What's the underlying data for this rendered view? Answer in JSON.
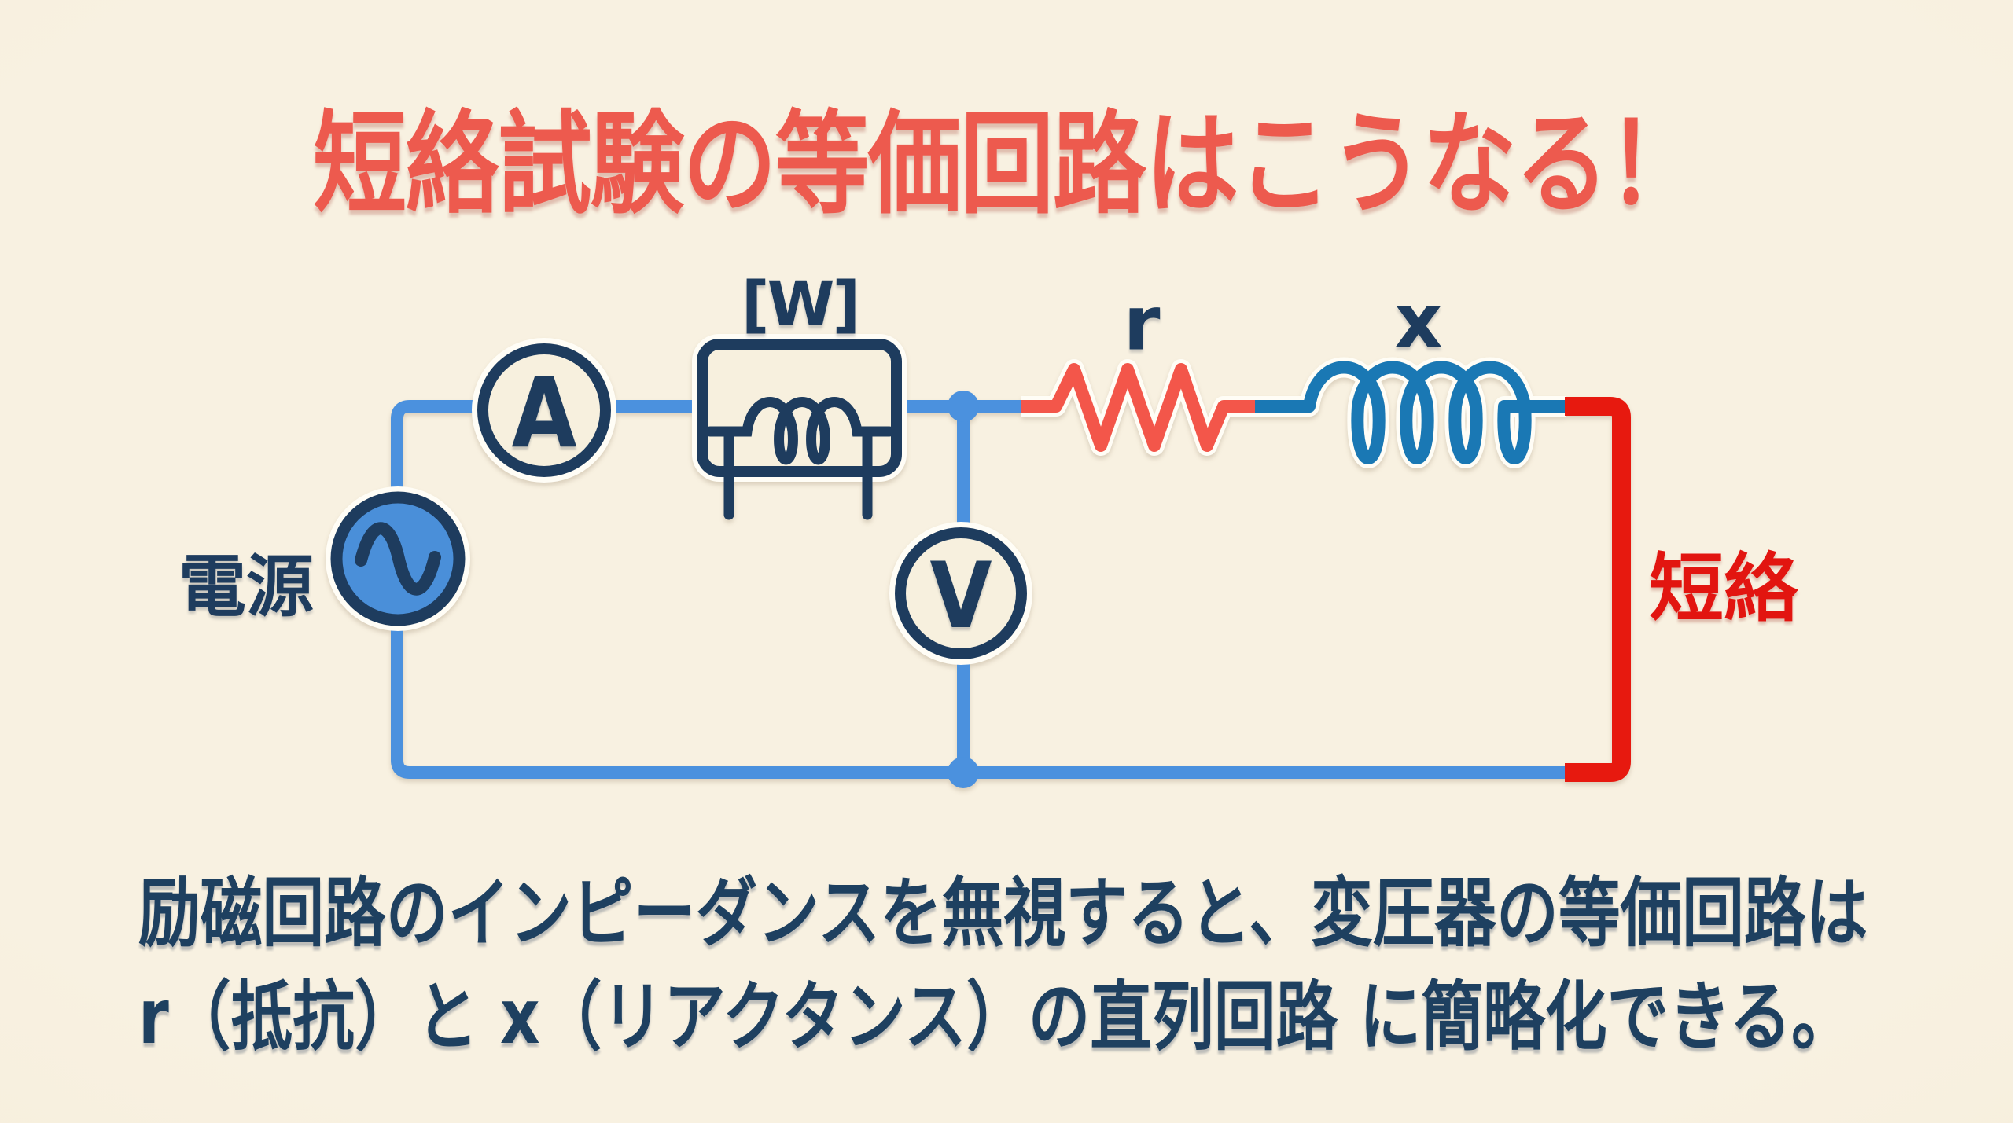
{
  "title": "短絡試験の等価回路はこうなる！",
  "circuit": {
    "labels": {
      "power_source": "電源",
      "wattmeter": "[W]",
      "ammeter": "A",
      "voltmeter": "V",
      "resistance": "r",
      "reactance": "x",
      "short_circuit": "短絡"
    }
  },
  "description": {
    "line1": "励磁回路のインピーダンスを無視すると、変圧器の等価回路は",
    "line2": "r（抵抗）と x（リアクタンス）の直列回路 に簡略化できる。"
  },
  "colors": {
    "background_cream": "#f7f0de",
    "navy": "#1e3c5e",
    "wire_blue": "#4b91de",
    "source_fill": "#4a8fd9",
    "title_red": "#ed5a4e",
    "resistor_red": "#f3564a",
    "inductor_teal": "#1a78b4",
    "short_red": "#e7190f",
    "short_label_red": "#e21510",
    "description_navy": "#1e4060"
  }
}
